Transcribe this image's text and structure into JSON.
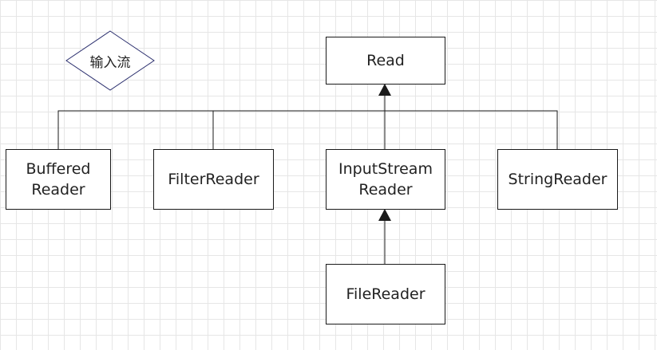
{
  "diagram": {
    "legend_label": "输入流",
    "nodes": {
      "read": "Read",
      "buffered_reader": "Buffered\nReader",
      "filter_reader": "FilterReader",
      "input_stream_reader": "InputStream\nReader",
      "string_reader": "StringReader",
      "file_reader": "FileReader"
    },
    "colors": {
      "diamond_stroke": "#2b2f6e",
      "node_border": "#1a1a1a",
      "edge": "#1a1a1a",
      "grid": "#e6e6e6"
    }
  }
}
